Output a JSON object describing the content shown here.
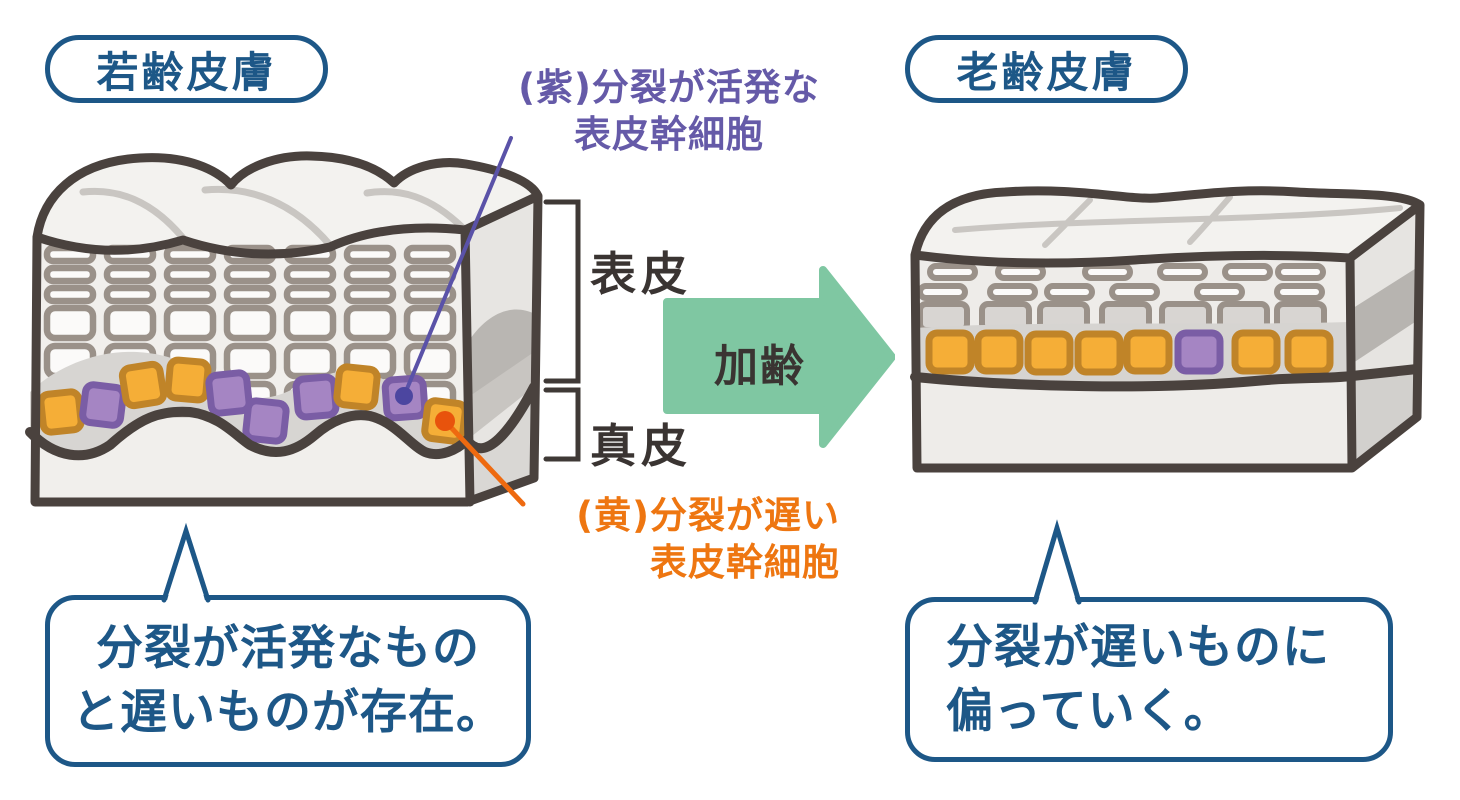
{
  "labels": {
    "young_skin": "若齢皮膚",
    "old_skin": "老齢皮膚",
    "epidermis": "表皮",
    "dermis": "真皮",
    "aging_arrow": "加齢"
  },
  "annotations": {
    "purple_stem_cell": {
      "line1": "(紫)分裂が活発な",
      "line2": "表皮幹細胞"
    },
    "yellow_stem_cell": {
      "line1": "(黄)分裂が遅い",
      "line2": "表皮幹細胞"
    }
  },
  "callouts": {
    "young": {
      "line1": "分裂が活発なもの",
      "line2": "と遅いものが存在。"
    },
    "old": {
      "line1": "分裂が遅いものに",
      "line2": "偏っていく。"
    }
  },
  "diagram": {
    "young_block": {
      "stem_cells": [
        "yellow",
        "purple",
        "yellow",
        "yellow",
        "purple",
        "purple",
        "purple",
        "yellow",
        "purple",
        "yellow"
      ]
    },
    "old_block": {
      "stem_cells": [
        "yellow",
        "yellow",
        "yellow",
        "yellow",
        "yellow",
        "purple",
        "yellow",
        "yellow"
      ]
    }
  },
  "colors": {
    "blue": "#1d5787",
    "purple_text": "#655aa8",
    "orange_text": "#ee7611",
    "arrow_green": "#7fc7a2",
    "text_dark": "#3a3432",
    "outline": "#4a423e",
    "yellow_cell_fill": "#f5ae37",
    "yellow_cell_stroke": "#c08428",
    "purple_cell_fill": "#a585c3",
    "purple_cell_stroke": "#7a5da5",
    "purple_dot": "#4c46a0",
    "orange_dot": "#e8530c",
    "connector_purple": "#5a52a8",
    "connector_orange": "#ee6a10",
    "bracket": "#3f3936"
  }
}
